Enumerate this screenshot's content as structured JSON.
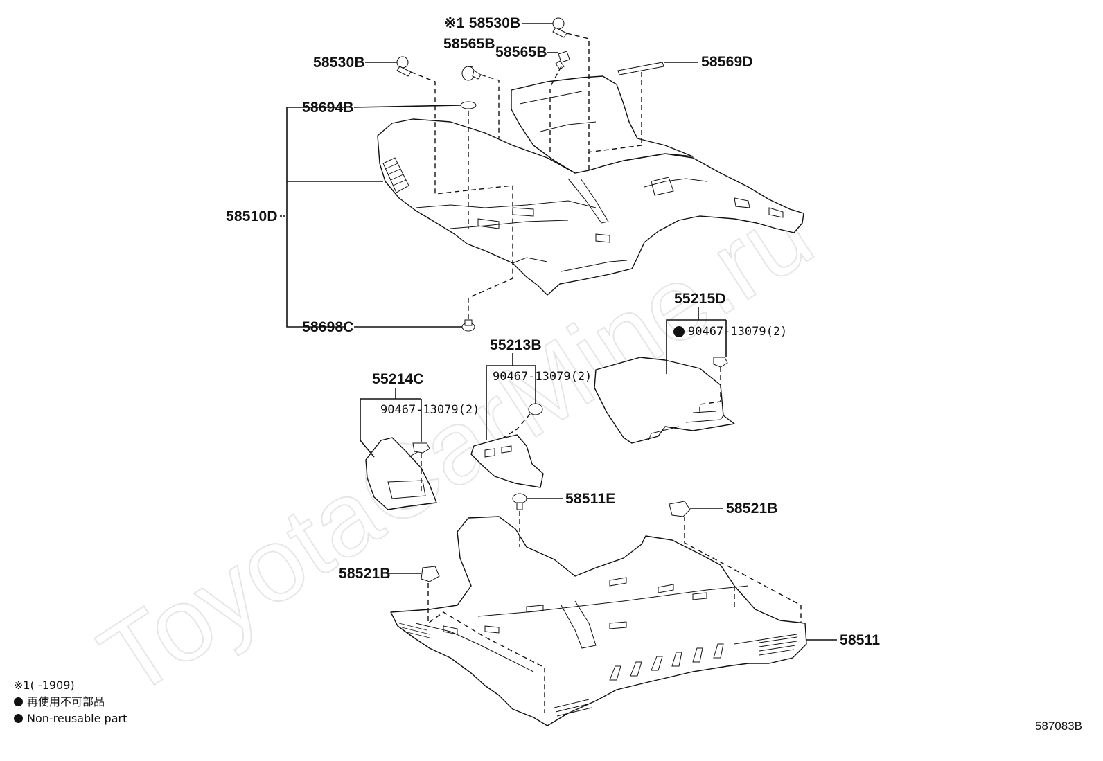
{
  "diagram": {
    "watermark": "ToyotaCarMine.ru",
    "labels": {
      "p58530B_top": "※1 58530B",
      "p58565B_a": "58565B",
      "p58565B_b": "58565B",
      "p58530B_left": "58530B",
      "p58569D": "58569D",
      "p58694B": "58694B",
      "p58510D": "58510D",
      "p58698C": "58698C",
      "p55215D": "55215D",
      "p55215D_clip": "90467-13079(2)",
      "p55213B": "55213B",
      "p55213B_clip": "90467-13079(2)",
      "p55214C": "55214C",
      "p55214C_clip": "90467-13079(2)",
      "p58511E": "58511E",
      "p58521B_right": "58521B",
      "p58521B_left": "58521B",
      "p58511": "58511"
    },
    "legend": {
      "note1": "※1(      -1909)",
      "non_reusable_jp": "再使用不可部品",
      "non_reusable_en": "Non-reusable part"
    },
    "code": "587083B"
  }
}
